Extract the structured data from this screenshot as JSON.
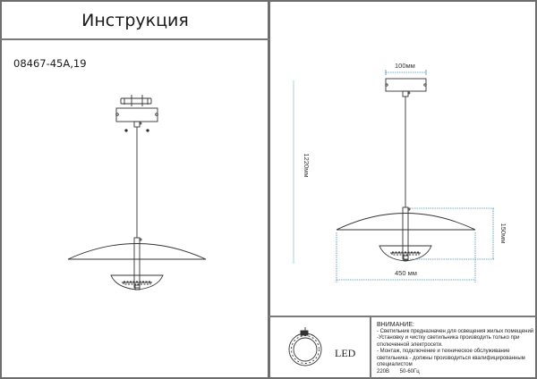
{
  "header": {
    "title": "Инструкция",
    "model": "08467-45A,19"
  },
  "diagram": {
    "dimensions": {
      "canopy_width": "100мм",
      "total_height": "1220мм",
      "shade_height": "150мм",
      "shade_diameter": "450 мм"
    },
    "light_source_label": "LED",
    "colors": {
      "line": "#333333",
      "dimension": "#4a90b8",
      "border": "#6e6e6e"
    }
  },
  "notice": {
    "heading": "ВНИМАНИЕ:",
    "lines": [
      "- Светильник предназначен для освещения жилых помещений",
      "-Установку и чистку светильника производить только при отключенной электросети.",
      "- Монтаж, подключение и техническое обслуживание светильника - должны производиться квалифицированным специалистом"
    ],
    "voltage": "220В",
    "frequency": "50-60Гц"
  }
}
